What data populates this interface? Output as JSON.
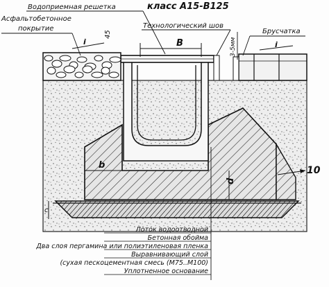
{
  "title": "класс А15-В125",
  "labels": {
    "grate": "Водоприемная решетка",
    "tech_seam": "Технологический шов",
    "asphalt_line1": "Асфальтобетонное",
    "asphalt_line2": "покрытие",
    "paving": "Брусчатка",
    "dim_B": "B",
    "dim_gap": "3-5мм",
    "slope_left": "i",
    "slope_right": "i",
    "dim_b": "b",
    "dim_d": "d",
    "dim_10": "10",
    "dim_45": "45",
    "dim_c": "c"
  },
  "legend": [
    "Лоток водоотводной",
    "Бетонная обойма",
    "Два слоя пергамина или полиэтиленовая пленка",
    "Выравнивающий слой",
    "(сухая пескоцементная смесь (М75..М100)",
    "Уплотненное основание"
  ],
  "colors": {
    "ink": "#111111",
    "background": "#fdfdfd",
    "concrete": "#e4e4e4",
    "soil": "#efefef"
  }
}
